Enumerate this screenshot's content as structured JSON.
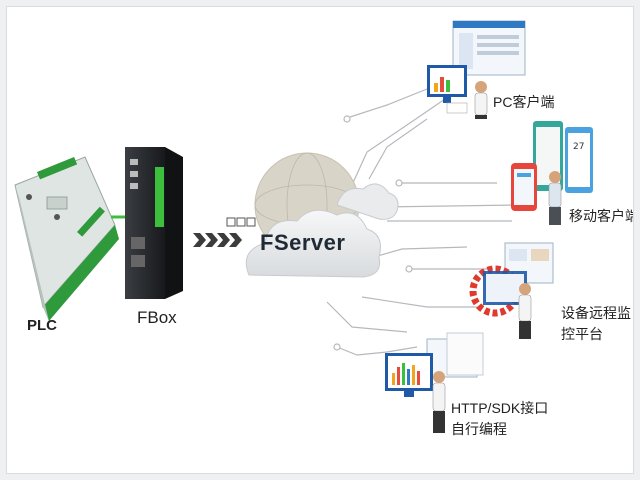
{
  "nodes": {
    "plc": {
      "label": "PLC"
    },
    "fbox": {
      "label": "FBox"
    },
    "fserver": {
      "label": "FServer"
    },
    "pc_client": {
      "label": "PC客户端"
    },
    "mobile_client": {
      "label": "移动客户端"
    },
    "remote_platform": {
      "line1": "设备远程监",
      "line2": "控平台"
    },
    "http_sdk": {
      "line1": "HTTP/SDK接口",
      "line2": "自行编程"
    }
  },
  "colors": {
    "accent_green": "#3cbf3c",
    "plc_green": "#2e9a3c",
    "line_gray": "#b5b9bd",
    "cloud_gray": "#c7cbcf",
    "phone_red": "#e6463c",
    "screen_blue": "#2f78c4",
    "gear_red": "#e03a2e"
  },
  "icons": [
    "arrow-right-icon",
    "cloud-icon",
    "globe-icon",
    "person-icon",
    "monitor-icon",
    "phone-icon",
    "gear-icon"
  ]
}
